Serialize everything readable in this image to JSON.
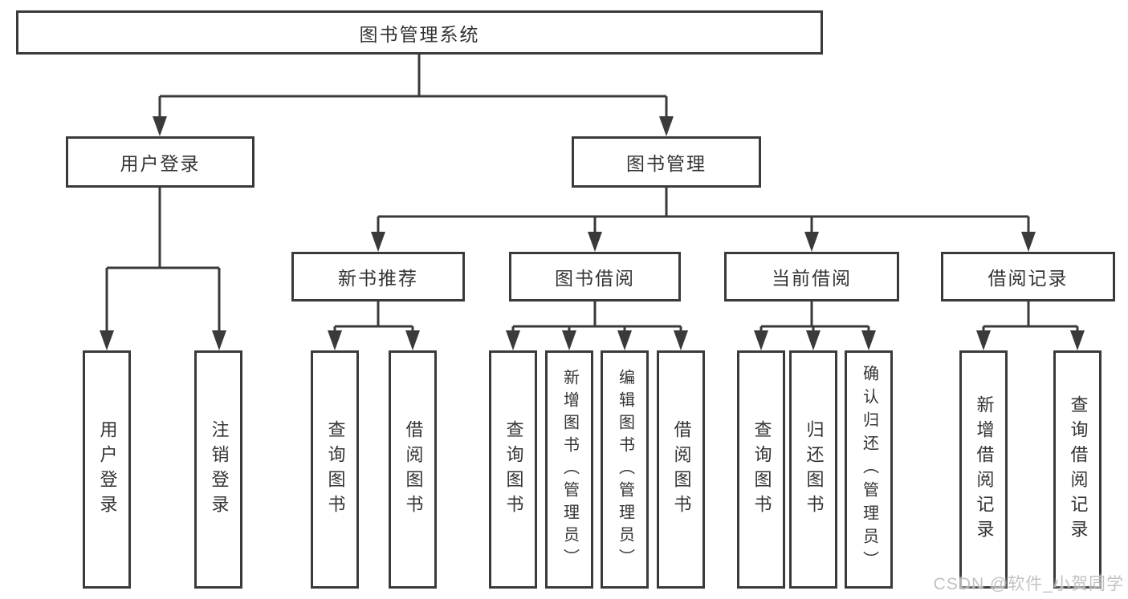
{
  "diagram": {
    "root": {
      "label": "图书管理系统"
    },
    "level2": [
      {
        "label": "用户登录",
        "children": [
          "用户登录",
          "注销登录"
        ]
      },
      {
        "label": "图书管理"
      }
    ],
    "level3": [
      {
        "label": "新书推荐",
        "children": [
          "查询图书",
          "借阅图书"
        ]
      },
      {
        "label": "图书借阅",
        "children": [
          "查询图书",
          "新增图书（管理员）",
          "编辑图书（管理员）",
          "借阅图书"
        ]
      },
      {
        "label": "当前借阅",
        "children": [
          "查询图书",
          "归还图书",
          "确认归还（管理员）"
        ]
      },
      {
        "label": "借阅记录",
        "children": [
          "新增借阅记录",
          "查询借阅记录"
        ]
      }
    ],
    "colors": {
      "line": "#3a3a3a",
      "text": "#333333",
      "background": "#ffffff",
      "watermark": "#bdbdbd"
    }
  },
  "watermark": {
    "text": "CSDN @软件_小贺同学"
  }
}
